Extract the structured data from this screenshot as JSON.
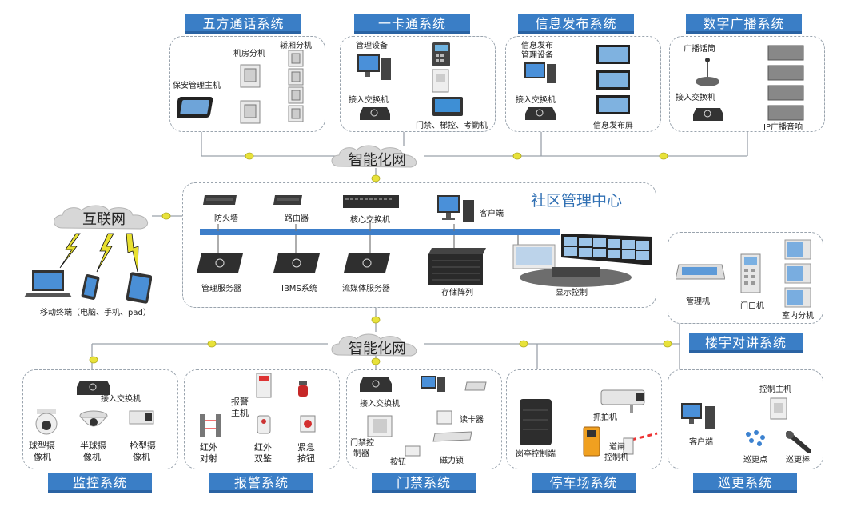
{
  "systems_top": {
    "five_way": "五方通话系统",
    "card": "一卡通系统",
    "info": "信息发布系统",
    "broadcast": "数字广播系统"
  },
  "systems_bottom": {
    "surveillance": "监控系统",
    "alarm": "报警系统",
    "access": "门禁系统",
    "parking": "停车场系统",
    "patrol": "巡更系统"
  },
  "intercom_title": "楼宇对讲系统",
  "network": {
    "smart_top": "智能化网",
    "smart_bottom": "智能化网",
    "internet": "互联网"
  },
  "center": {
    "title": "社区管理中心",
    "firewall": "防火墙",
    "router": "路由器",
    "core_switch": "核心交换机",
    "client": "客户端",
    "mgmt_server": "管理服务器",
    "ibms": "IBMS系统",
    "media_server": "流媒体服务器",
    "storage": "存储阵列",
    "display": "显示控制"
  },
  "five_way": {
    "room_ext": "机房分机",
    "car_ext": "轿厢分机",
    "host": "保安管理主机"
  },
  "card": {
    "mgmt": "管理设备",
    "switch": "接入交换机",
    "devices": "门禁、梯控、考勤机"
  },
  "info": {
    "mgmt_line1": "信息发布",
    "mgmt_line2": "管理设备",
    "switch": "接入交换机",
    "screen": "信息发布屏"
  },
  "broadcast": {
    "mic": "广播话筒",
    "switch": "接入交换机",
    "speaker": "IP广播音响"
  },
  "mobile": "移动终端（电脑、手机、pad）",
  "intercom": {
    "mgmt": "管理机",
    "door": "门口机",
    "indoor": "室内分机"
  },
  "surveillance": {
    "switch": "接入交换机",
    "dome_l1": "球型摄",
    "dome_l2": "像机",
    "half_l1": "半球摄",
    "half_l2": "像机",
    "gun_l1": "枪型摄",
    "gun_l2": "像机"
  },
  "alarm": {
    "host_l1": "报警",
    "host_l2": "主机",
    "ir_l1": "红外",
    "ir_l2": "对射",
    "dual_l1": "红外",
    "dual_l2": "双鉴",
    "btn_l1": "紧急",
    "btn_l2": "按钮"
  },
  "access": {
    "switch": "接入交换机",
    "reader": "读卡器",
    "ctrl_l1": "门禁控",
    "ctrl_l2": "制器",
    "button": "按钮",
    "lock": "磁力锁"
  },
  "parking": {
    "booth": "岗亭控制端",
    "capture": "抓拍机",
    "gate_l1": "道闸",
    "gate_l2": "控制机"
  },
  "patrol": {
    "host": "控制主机",
    "client": "客户端",
    "point": "巡更点",
    "stick": "巡更棒"
  },
  "colors": {
    "banner": "#3a7ec6",
    "bus": "#3d7ec9",
    "line": "#9aa2aa",
    "node": "#e8e23a"
  }
}
